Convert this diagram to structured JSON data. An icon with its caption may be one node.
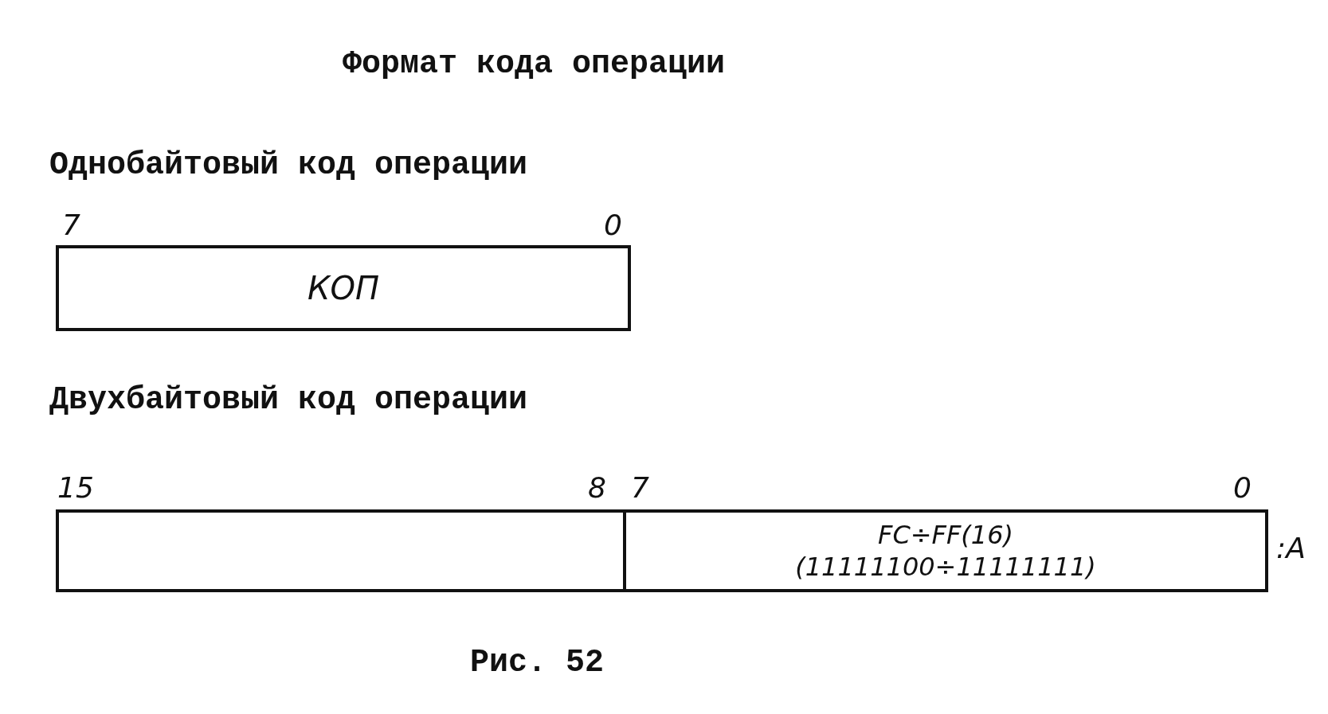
{
  "diagram": {
    "title": "Формат кода операции",
    "nodes": [
      {
        "text": [
          "КОП"
        ]
      },
      {
        "text": [],
        "shape": "box"
      },
      {
        "text": [
          "FC÷FF(16)",
          "(11111100÷11111111)"
        ],
        "beside": [
          ":A"
        ]
      }
    ],
    "edges": [],
    "labels": [
      "Однобайтовый код операции",
      "7",
      "0",
      "Двухбайтовый код операции",
      "15",
      "8",
      "7",
      "0"
    ],
    "caption": "Рис. 52"
  }
}
